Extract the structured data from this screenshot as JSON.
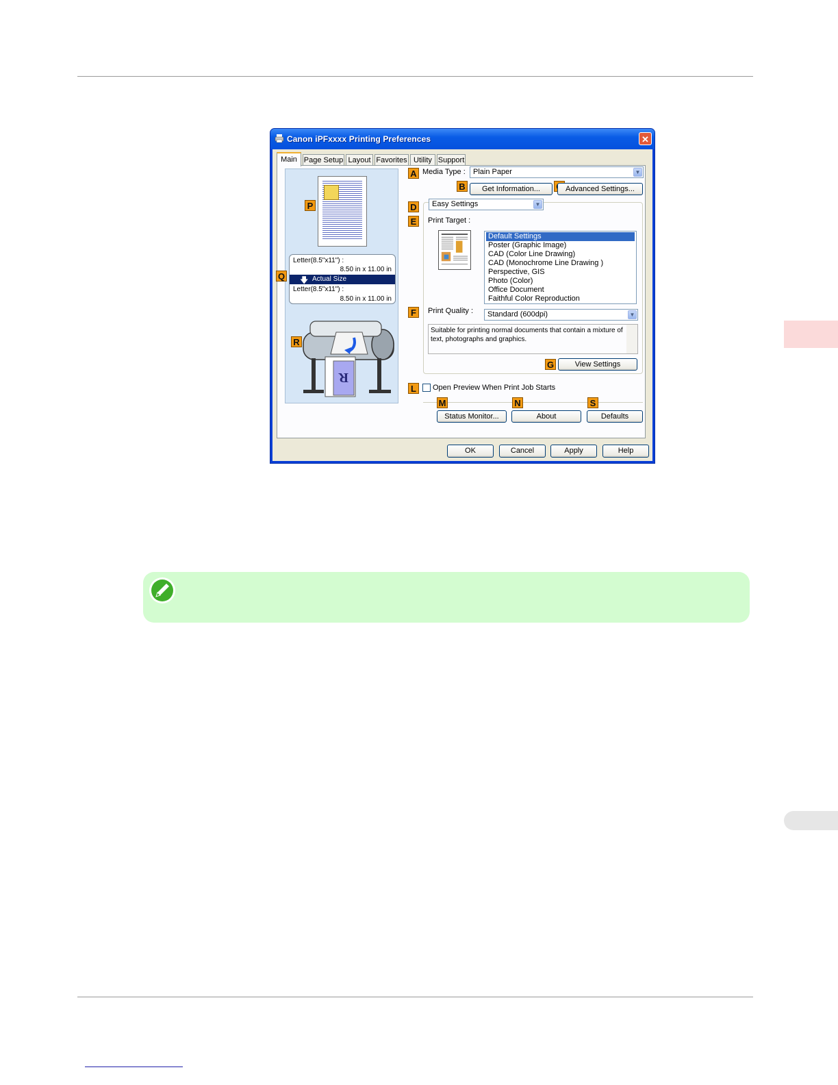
{
  "window": {
    "title": "Canon iPFxxxx Printing Preferences",
    "close_glyph": "✕"
  },
  "tabs": [
    {
      "label": "Main"
    },
    {
      "label": "Page Setup"
    },
    {
      "label": "Layout"
    },
    {
      "label": "Favorites"
    },
    {
      "label": "Utility"
    },
    {
      "label": "Support"
    }
  ],
  "badges": {
    "A": "A",
    "B": "B",
    "C": "C",
    "D": "D",
    "E": "E",
    "F": "F",
    "G": "G",
    "L": "L",
    "M": "M",
    "N": "N",
    "S": "S",
    "P": "P",
    "Q": "Q",
    "R": "R"
  },
  "preview": {
    "original_size_line1": "Letter(8.5\"x11\") :",
    "original_size_line2": "8.50 in x 11.00 in",
    "scale_label": "Actual Size",
    "output_size_line1": "Letter(8.5\"x11\") :",
    "output_size_line2": "8.50 in x 11.00 in"
  },
  "media_type": {
    "label": "Media Type :",
    "value": "Plain Paper"
  },
  "buttons": {
    "get_information": "Get Information...",
    "advanced_settings": "Advanced Settings...",
    "view_settings": "View Settings",
    "status_monitor": "Status Monitor...",
    "about": "About",
    "defaults": "Defaults",
    "ok": "OK",
    "cancel": "Cancel",
    "apply": "Apply",
    "help": "Help"
  },
  "settings_mode": {
    "value": "Easy Settings"
  },
  "print_target": {
    "label": "Print Target :",
    "items": [
      "Default Settings",
      "Poster (Graphic Image)",
      "CAD (Color Line Drawing)",
      "CAD (Monochrome Line Drawing )",
      "Perspective, GIS",
      "Photo (Color)",
      "Office Document",
      "Faithful Color Reproduction"
    ],
    "selected_index": 0
  },
  "print_quality": {
    "label": "Print Quality :",
    "value": "Standard (600dpi)"
  },
  "description": "Suitable for printing normal documents that contain a mixture of text, photographs and graphics.",
  "open_preview": {
    "label": "Open Preview When Print Job Starts",
    "checked": false
  },
  "colors": {
    "badge": "#f29a12",
    "titlebar": "#0a5ce6",
    "selection": "#316ac5",
    "note_bg": "#d3fcd0",
    "side_tab": "#fbdada"
  }
}
